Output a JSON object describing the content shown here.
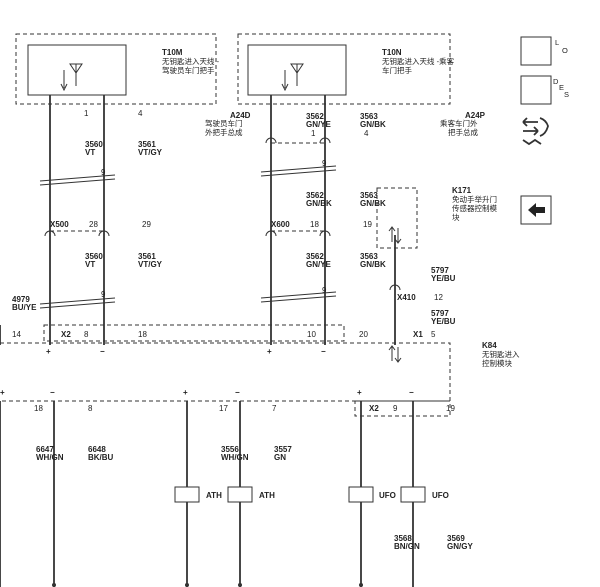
{
  "components": {
    "t10m": {
      "id": "T10M",
      "desc": [
        "无钥匙进入天线 -",
        "驾驶员车门把手"
      ]
    },
    "t10n": {
      "id": "T10N",
      "desc": [
        "无钥匙进入天线 -乘客",
        "车门把手"
      ]
    },
    "a24d": {
      "id": "A24D",
      "desc": [
        "驾驶员车门",
        "外把手总成"
      ]
    },
    "a24p": {
      "id": "A24P",
      "desc": [
        "乘客车门外",
        "把手总成"
      ]
    },
    "k171": {
      "id": "K171",
      "desc": [
        "免动手举升门",
        "传感器控制模",
        "块"
      ]
    },
    "k84": {
      "id": "K84",
      "desc": [
        "无钥匙进入",
        "控制模块"
      ]
    }
  },
  "connectors": {
    "x500": "X500",
    "x600": "X600",
    "x410": "X410",
    "x2": "X2",
    "x1": "X1",
    "x2b": "X2"
  },
  "pins": {
    "p1a": "1",
    "p4a": "4",
    "p1b": "1",
    "p4b": "4",
    "p28": "28",
    "p29": "29",
    "p18a": "18",
    "p19a": "19",
    "p14": "14",
    "p8a": "8",
    "p18b": "18",
    "p10": "10",
    "p20": "20",
    "p5": "5",
    "p12": "12",
    "p18c": "18",
    "p8b": "8",
    "p17": "17",
    "p7": "7",
    "p9c": "9",
    "p19b": "19",
    "p9a": "9",
    "p9b": "9",
    "p9d": "9",
    "p9e": "9",
    "p9f": "9"
  },
  "wires": {
    "w3560a": {
      "num": "3560",
      "color": "VT"
    },
    "w3561a": {
      "num": "3561",
      "color": "VT/GY"
    },
    "w3562a": {
      "num": "3562",
      "color": "GN/YE"
    },
    "w3563a": {
      "num": "3563",
      "color": "GN/BK"
    },
    "w3562b": {
      "num": "3562",
      "color": "GN/BK"
    },
    "w3563b": {
      "num": "3563",
      "color": "GN/BK"
    },
    "w3560b": {
      "num": "3560",
      "color": "VT"
    },
    "w3561b": {
      "num": "3561",
      "color": "VT/GY"
    },
    "w3562c": {
      "num": "3562",
      "color": "GN/YE"
    },
    "w3563c": {
      "num": "3563",
      "color": "GN/BK"
    },
    "w4979": {
      "num": "4979",
      "color": "BU/YE"
    },
    "w5797a": {
      "num": "5797",
      "color": "YE/BU"
    },
    "w5797b": {
      "num": "5797",
      "color": "YE/BU"
    },
    "w6647": {
      "num": "6647",
      "color": "WH/GN"
    },
    "w6648": {
      "num": "6648",
      "color": "BK/BU"
    },
    "w3556": {
      "num": "3556",
      "color": "WH/GN"
    },
    "w3557": {
      "num": "3557",
      "color": "GN"
    },
    "w3568": {
      "num": "3568",
      "color": "BN/GN"
    },
    "w3569": {
      "num": "3569",
      "color": "GN/GY"
    }
  },
  "loads": {
    "ath1": "ATH",
    "ath2": "ATH",
    "ufo1": "UFO",
    "ufo2": "UFO"
  },
  "signs": {
    "plus": "+",
    "minus": "−"
  },
  "legend": {
    "lo": "L",
    "lo_sub": "O",
    "de": "D",
    "de_e": "E",
    "de_s": "S"
  },
  "icons": [
    "antenna-icon",
    "bidirectional-arrow-icon",
    "keyless-entry-icon",
    "left-arrow-icon"
  ]
}
